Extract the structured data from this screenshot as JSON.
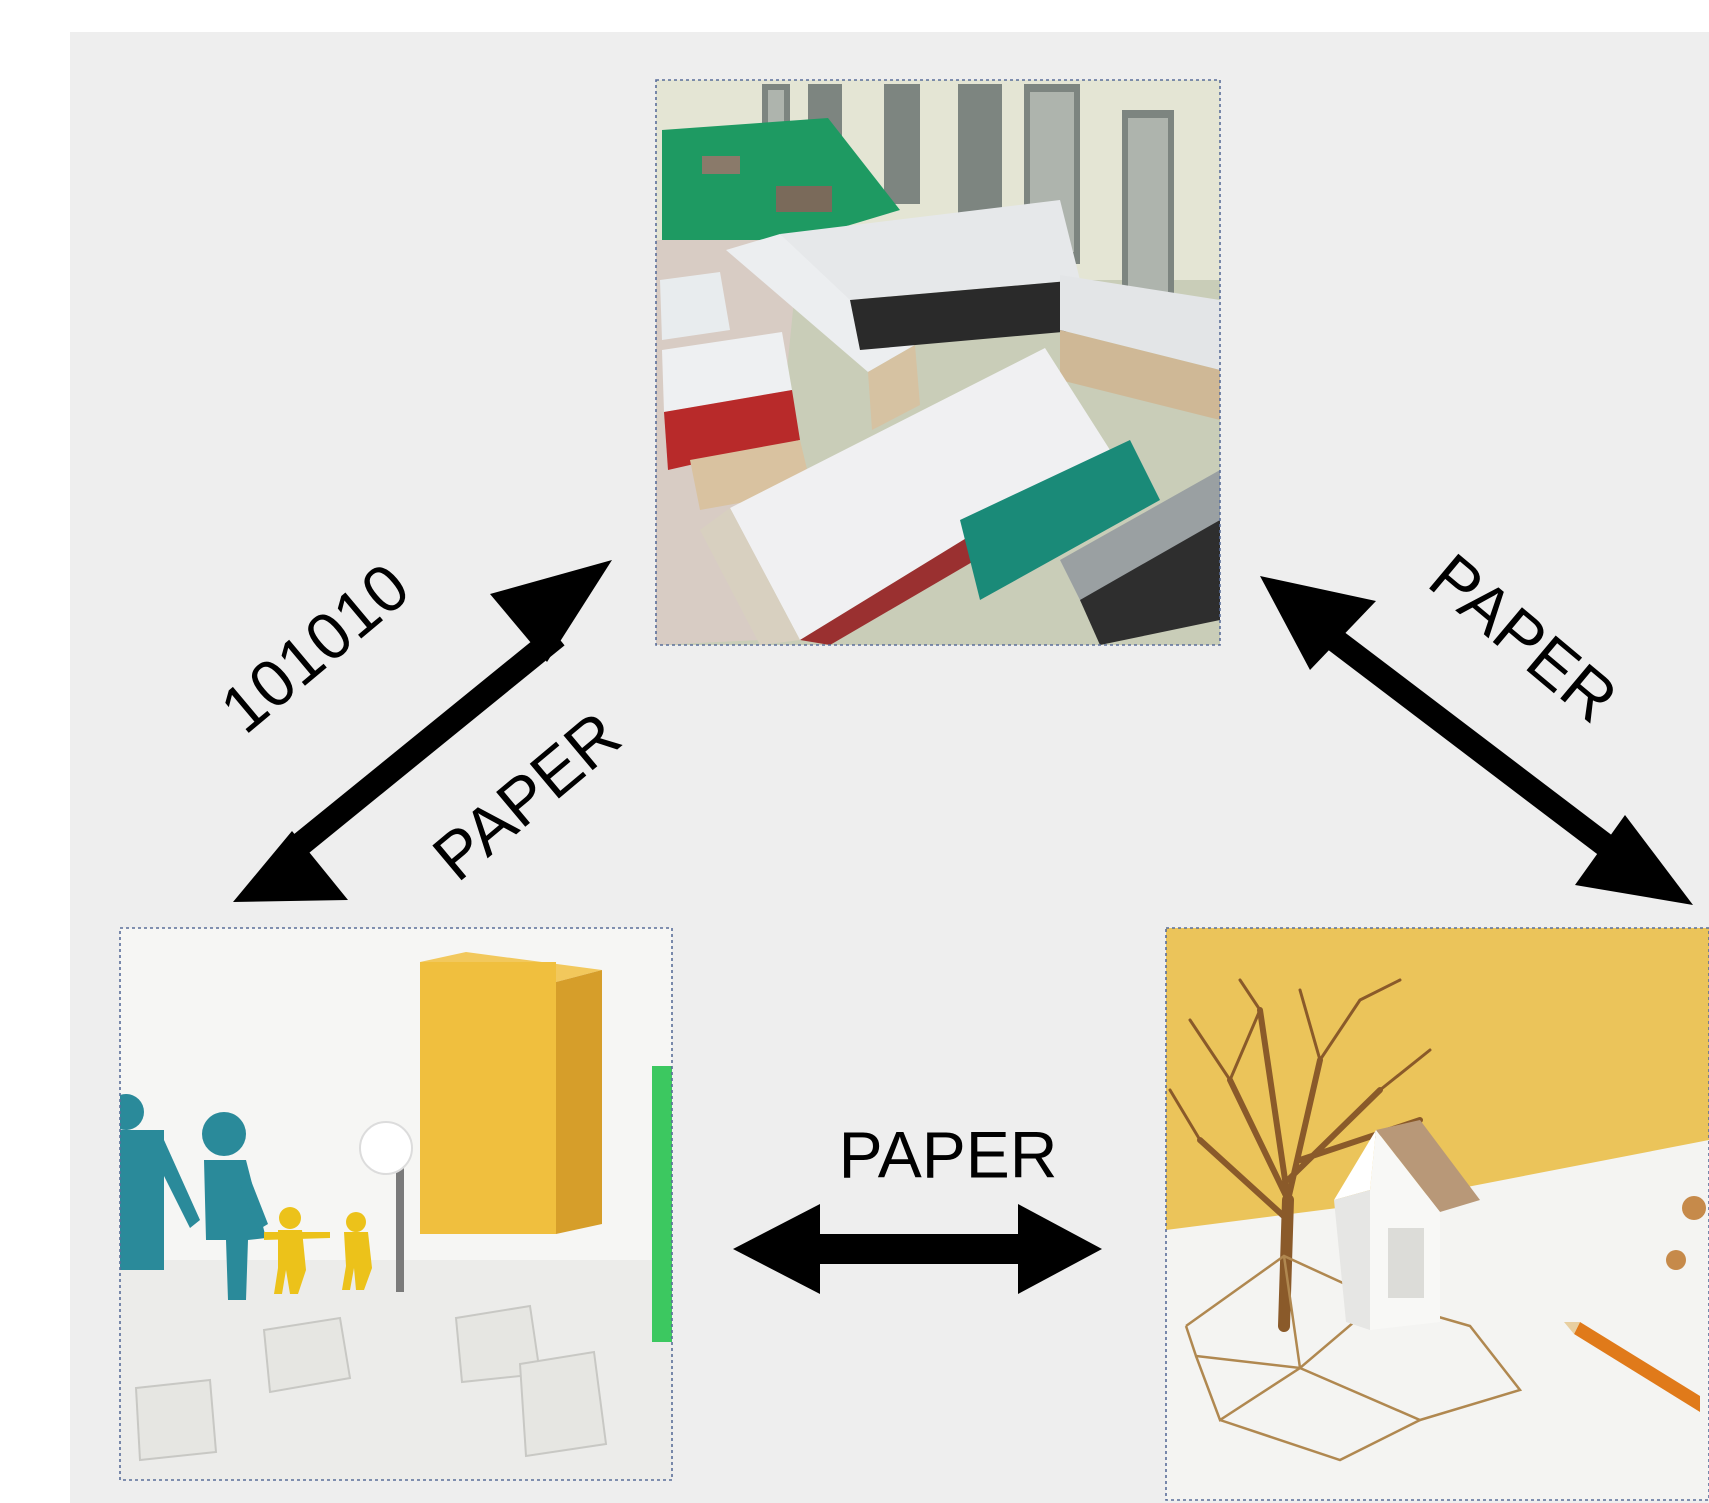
{
  "diagram": {
    "nodes": [
      {
        "id": "top",
        "description_icon": "school-campus-model-photo"
      },
      {
        "id": "left",
        "description_icon": "family-figures-blocks-photo"
      },
      {
        "id": "right",
        "description_icon": "paper-house-tree-model-photo"
      }
    ],
    "edges": [
      {
        "from": "top",
        "to": "left",
        "labels": [
          "101010",
          "PAPER"
        ]
      },
      {
        "from": "top",
        "to": "right",
        "labels": [
          "PAPER"
        ]
      },
      {
        "from": "left",
        "to": "right",
        "labels": [
          "PAPER"
        ]
      }
    ],
    "colors": {
      "background": "#eeeeee",
      "arrow": "#000000",
      "frame": "#5a6e9a",
      "yellow": "#eac25a",
      "green": "#1f9a6a",
      "teal": "#2a8a9a"
    }
  }
}
